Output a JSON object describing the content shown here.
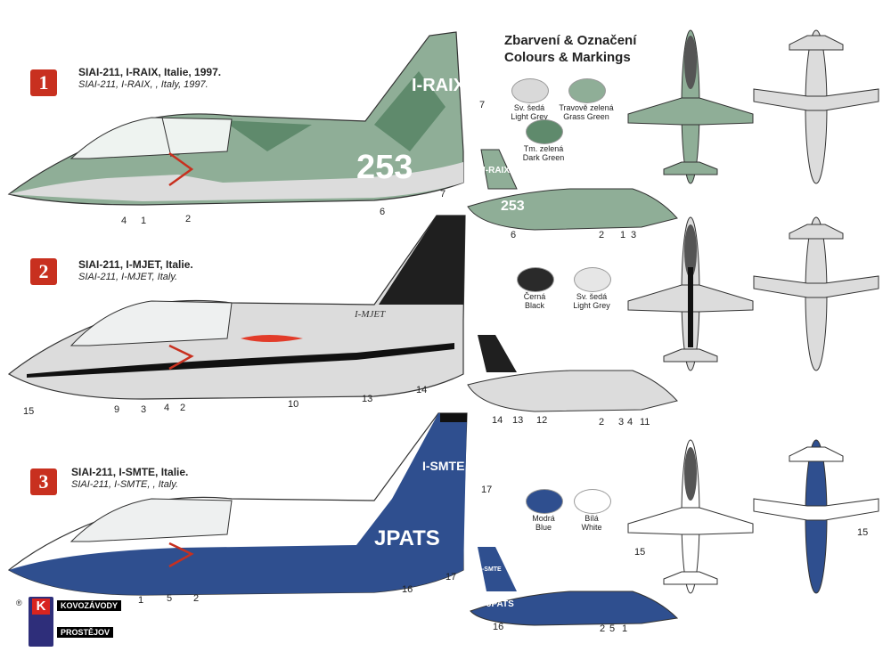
{
  "header": {
    "line1": "Zbarvení & Označení",
    "line2": "Colours & Markings"
  },
  "schemes": [
    {
      "number": "1",
      "title": "SIAI-211, I-RAIX,  Italie, 1997.",
      "subtitle": "SIAI-211, I-RAIX, , Italy, 1997.",
      "fin_code": "I-RAIX",
      "fuselage_number": "253",
      "callouts_large": [
        "7",
        "6",
        "4",
        "1",
        "2"
      ],
      "callouts_small": [
        "7",
        "6",
        "2",
        "1",
        "3"
      ]
    },
    {
      "number": "2",
      "title": "SIAI-211, I-MJET,  Italie.",
      "subtitle": "SIAI-211, I-MJET, Italy.",
      "fin_code": "I-MJET",
      "callouts_large": [
        "15",
        "9",
        "3",
        "4",
        "2",
        "10",
        "13",
        "14"
      ],
      "callouts_small": [
        "14",
        "13",
        "12",
        "2",
        "3",
        "4",
        "11"
      ]
    },
    {
      "number": "3",
      "title": "SIAI-211, I-SMTE,  Italie.",
      "subtitle": "SIAI-211, I-SMTE, , Italy.",
      "fin_code": "I-SMTE",
      "fuselage_text": "JPATS",
      "callouts_large": [
        "17",
        "16",
        "1",
        "5",
        "2"
      ],
      "callouts_small": [
        "17",
        "16",
        "2",
        "5",
        "1"
      ],
      "callouts_plan": [
        "15",
        "15"
      ]
    }
  ],
  "colors": [
    {
      "cz": "Sv. šedá",
      "en": "Light Grey",
      "hex": "#d9d9d9"
    },
    {
      "cz": "Travově zelená",
      "en": "Grass Green",
      "hex": "#8fae97"
    },
    {
      "cz": "Tm. zelená",
      "en": "Dark Green",
      "hex": "#5f8a6c"
    },
    {
      "cz": "Černá",
      "en": "Black",
      "hex": "#2a2a2a"
    },
    {
      "cz": "Sv. šedá",
      "en": "Light Grey",
      "hex": "#e6e6e6"
    },
    {
      "cz": "Modrá",
      "en": "Blue",
      "hex": "#2f4f8f"
    },
    {
      "cz": "Bílá",
      "en": "White",
      "hex": "#ffffff"
    }
  ],
  "logo": {
    "line1": "KOVOZÁVODY",
    "line2": "PROSTĚJOV",
    "mark": "K",
    "registered": "®"
  }
}
